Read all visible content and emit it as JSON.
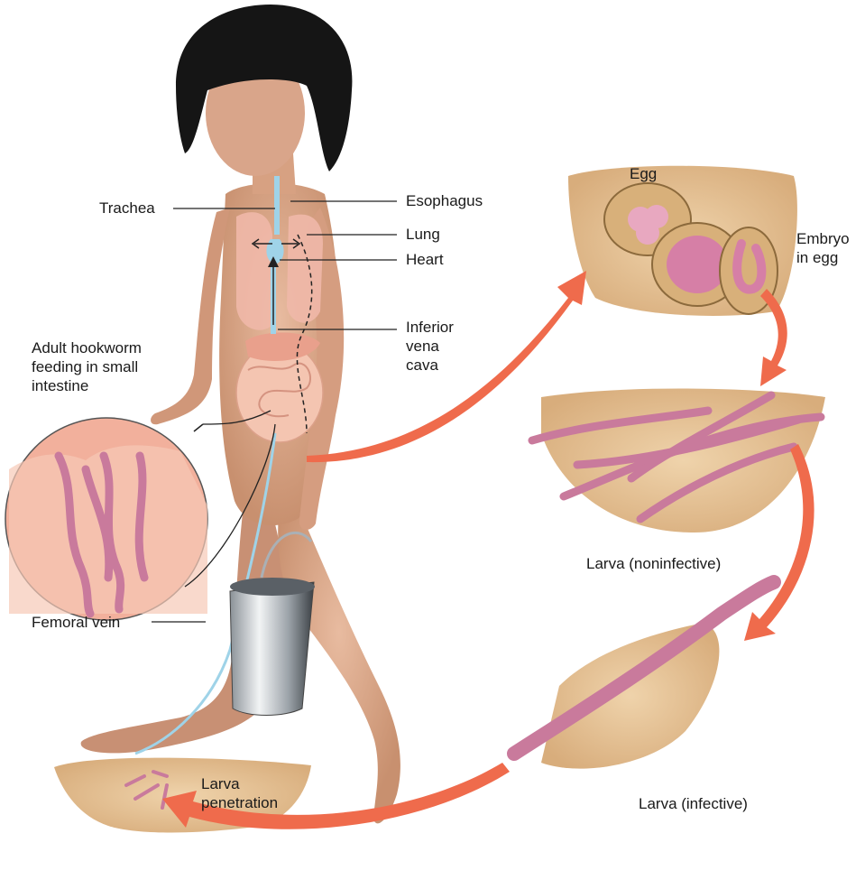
{
  "labels": {
    "trachea": "Trachea",
    "esophagus": "Esophagus",
    "lung": "Lung",
    "heart": "Heart",
    "inferior_vena_cava": "Inferior\nvena\ncava",
    "adult_hookworm": "Adult hookworm\nfeeding in small\nintestine",
    "femoral_vein": "Femoral vein",
    "larva_penetration": "Larva\npenetration",
    "egg": "Egg",
    "embryo_in_egg": "Embryo\nin egg",
    "larva_noninfective": "Larva (noninfective)",
    "larva_infective": "Larva (infective)"
  },
  "colors": {
    "arrow": "#ef6b4c",
    "skin": "#d9a58a",
    "soil": "#e7c79c",
    "worm": "#c97a9c",
    "vein": "#9fd3e8",
    "intestine": "#f4c5b1"
  }
}
